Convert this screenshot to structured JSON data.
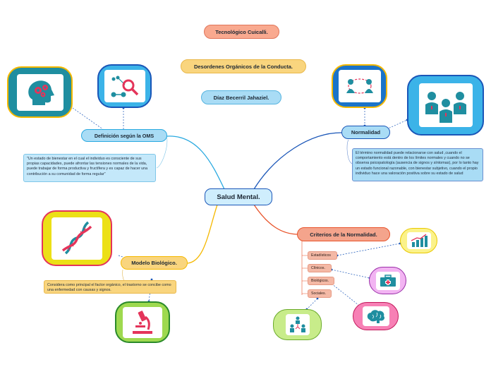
{
  "header": {
    "institution": "Tecnológico Cuicalli.",
    "topic": "Desordenes Orgánicos de la Conducta.",
    "author": "Díaz Becerril Jahaziel."
  },
  "center": {
    "label": "Salud Mental."
  },
  "branches": {
    "oms": {
      "label": "Definición según la OMS",
      "note": "\"Un estado de bienestar en el cual el individuo es consciente de sus propias capacidades, puede afrontar las tensiones normales de la vida, puede trabajar de forma productiva y fructífera y es capaz de hacer una contribución a su comunidad de forma regular\""
    },
    "normalidad": {
      "label": "Normalidad",
      "note": "El término normalidad puede relacionarse con salud ,cuando el comportamiento está dentro de los límites normales y cuando no se observa psicopatología (ausencia de signos y síntomas), por lo tanto hay un estado funcional razonable, con bienestar subjetivo, cuando el propio individuo hace una valoración positiva sobre su estado de salud"
    },
    "biologico": {
      "label": "Modelo Biológico.",
      "note": "Considera como principal el factor orgánico, el trastorno se concibe como una enfermedad con causas y signos."
    },
    "criterios": {
      "label": "Criterios de la Normalidad.",
      "items": [
        "Estadísticos",
        "Clínicos.",
        "Biológicos.",
        "Sociales."
      ]
    }
  },
  "colors": {
    "oms": "#29a9e0",
    "normalidad": "#1a56b8",
    "biologico": "#f5b800",
    "criterios": "#e8532a",
    "header_pill": "#f9a98f",
    "header_yellow": "#f9d57e",
    "header_blue": "#a9dcf5"
  },
  "icons": {
    "oms_head": "head-gears-icon",
    "oms_search": "search-network-icon",
    "normalidad_people": "people-cycle-icon",
    "normalidad_group": "group-icon",
    "biologico_dna": "dna-icon",
    "biologico_microscope": "microscope-icon",
    "criterios_chart": "chart-icon",
    "criterios_kit": "medical-kit-icon",
    "criterios_brain": "brain-icon",
    "criterios_family": "family-icon"
  }
}
